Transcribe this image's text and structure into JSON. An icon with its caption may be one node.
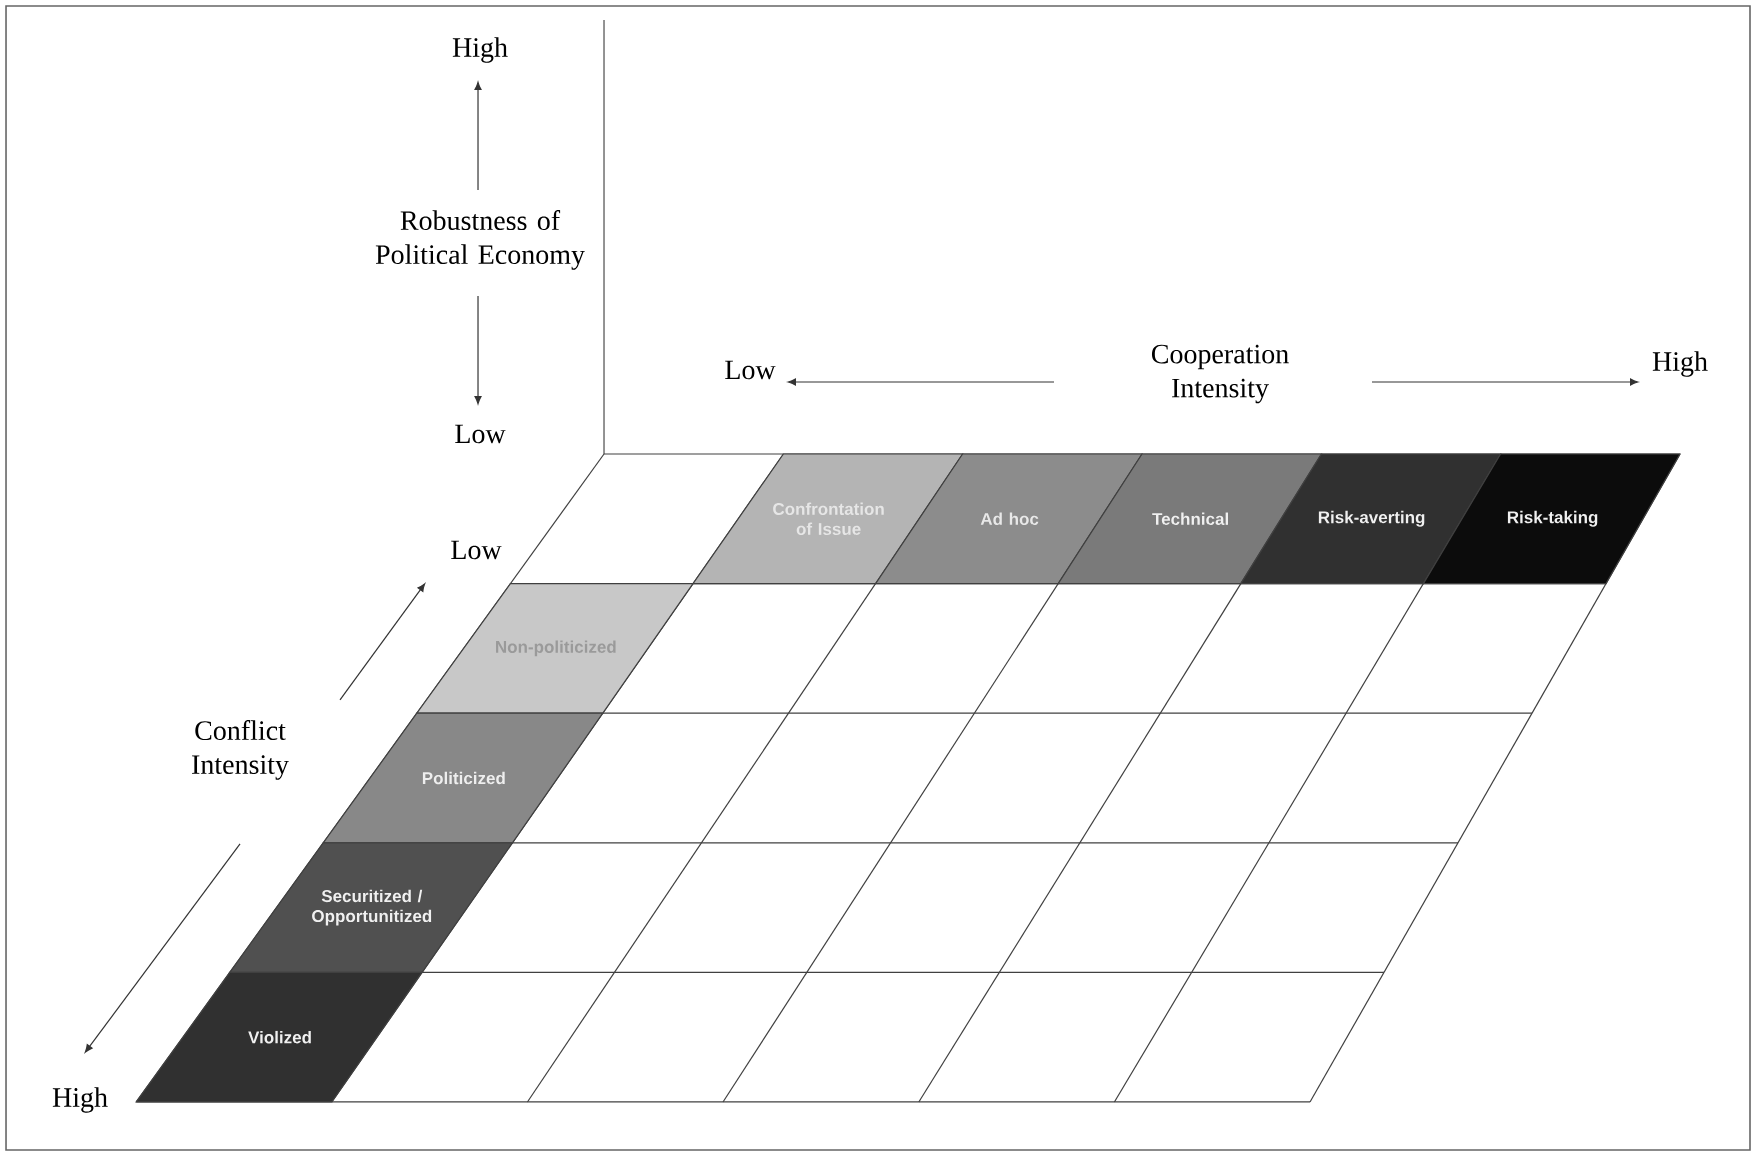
{
  "diagram": {
    "nodes": [
      {
        "text": [
          "Confrontation of Issue"
        ]
      },
      {
        "text": [
          "Ad hoc"
        ]
      },
      {
        "text": [
          "Technical"
        ]
      },
      {
        "text": [
          "Risk-averting"
        ]
      },
      {
        "text": [
          "Risk-taking"
        ]
      },
      {
        "text": [
          "Non-politicized"
        ]
      },
      {
        "text": [
          "Politicized"
        ]
      },
      {
        "text": [
          "Securitized / Opportunitized"
        ]
      },
      {
        "text": [
          "Violized"
        ]
      }
    ],
    "labels": [
      "High",
      "Robustness of Political Economy",
      "Low",
      "Low",
      "Cooperation Intensity",
      "High",
      "Low",
      "Conflict Intensity",
      "High"
    ]
  }
}
